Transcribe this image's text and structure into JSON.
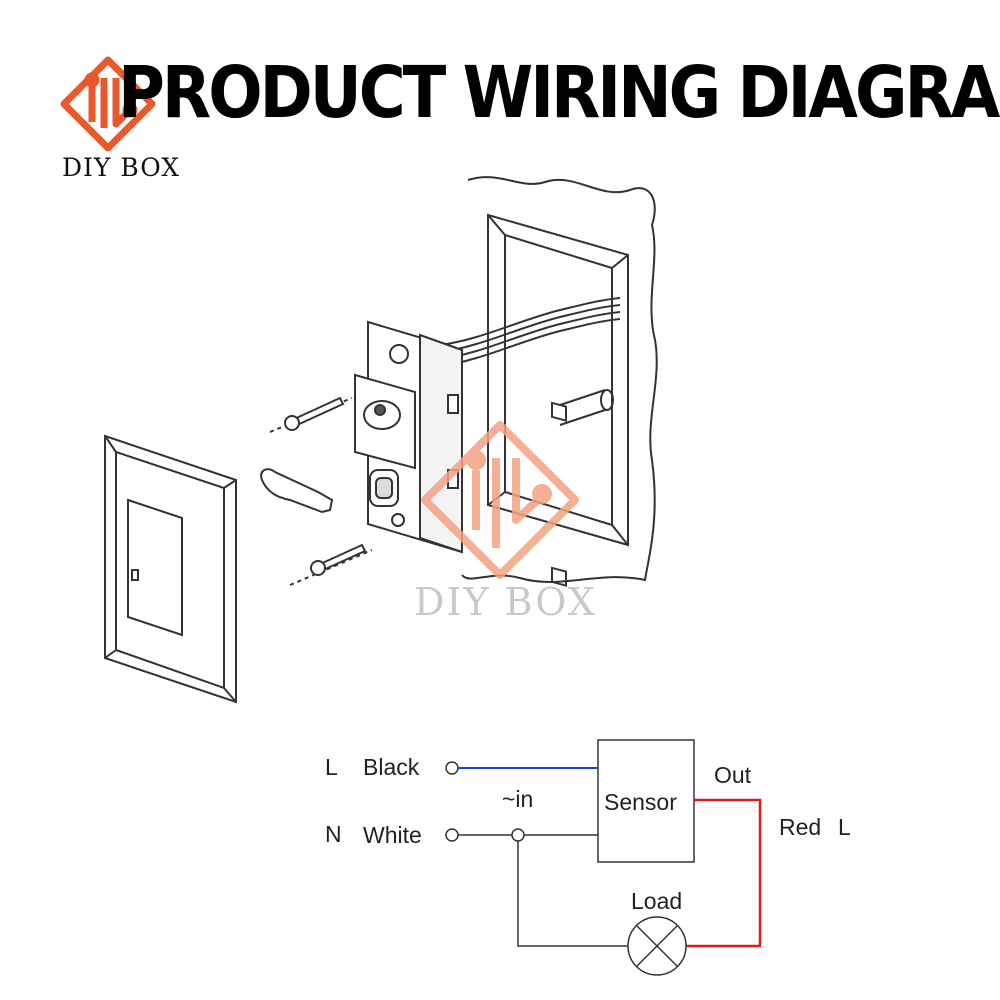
{
  "header": {
    "title": "PRODUCT WIRING DIAGRAM"
  },
  "brand": {
    "name": "DIY BOX",
    "logo_color": "#e8582a",
    "watermark_name": "DIY BOX",
    "watermark_color": "#f4a282"
  },
  "schematic": {
    "line_label": "L",
    "line_wire": "Black",
    "neutral_label": "N",
    "neutral_wire": "White",
    "input_label": "~in",
    "sensor_label": "Sensor",
    "output_label": "Out",
    "red_wire": "Red",
    "red_wire_phase": "L",
    "load_label": "Load",
    "colors": {
      "black_wire": "#1f3fd0",
      "red_wire": "#e01b1b",
      "white_wire": "#333333"
    }
  }
}
